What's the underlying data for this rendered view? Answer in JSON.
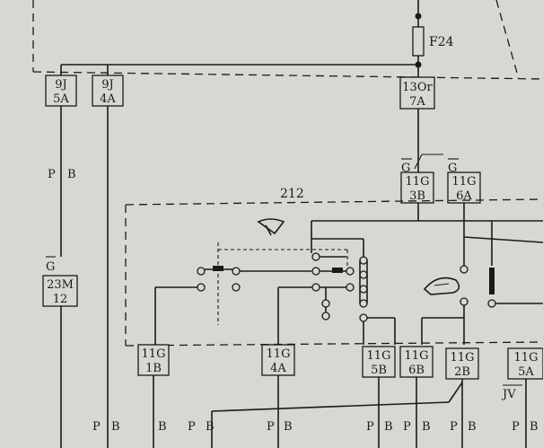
{
  "fuse_label": "F24",
  "circuit_number": "212",
  "connectors": {
    "c9j5a": [
      "9J",
      "5A"
    ],
    "c9j4a": [
      "9J",
      "4A"
    ],
    "c13or7a": [
      "13Or",
      "7A"
    ],
    "c11g3b": [
      "11G",
      "3B"
    ],
    "c11g6a": [
      "11G",
      "6A"
    ],
    "c23m12": [
      "23M",
      "12"
    ],
    "c11g1b": [
      "11G",
      "1B"
    ],
    "c11g4a": [
      "11G",
      "4A"
    ],
    "c11g5b": [
      "11G",
      "5B"
    ],
    "c11g6b": [
      "11G",
      "6B"
    ],
    "c11g2b": [
      "11G",
      "2B"
    ],
    "c11g5a_r": [
      "11G",
      "5A"
    ]
  },
  "overbar_labels": {
    "g1": "G",
    "g2": "G",
    "g3": "G"
  },
  "jv_label": "JV",
  "wire_codes": {
    "mid_left": [
      "P",
      "B"
    ],
    "bottom": [
      "P",
      "B",
      "B",
      "P",
      "B",
      "P",
      "B",
      "P",
      "B",
      "P",
      "B",
      "P",
      "B",
      "P",
      "B"
    ]
  },
  "top_cut_label": "",
  "colors": {
    "ink": "#1a1a1a",
    "paper": "#d6d8d2"
  }
}
